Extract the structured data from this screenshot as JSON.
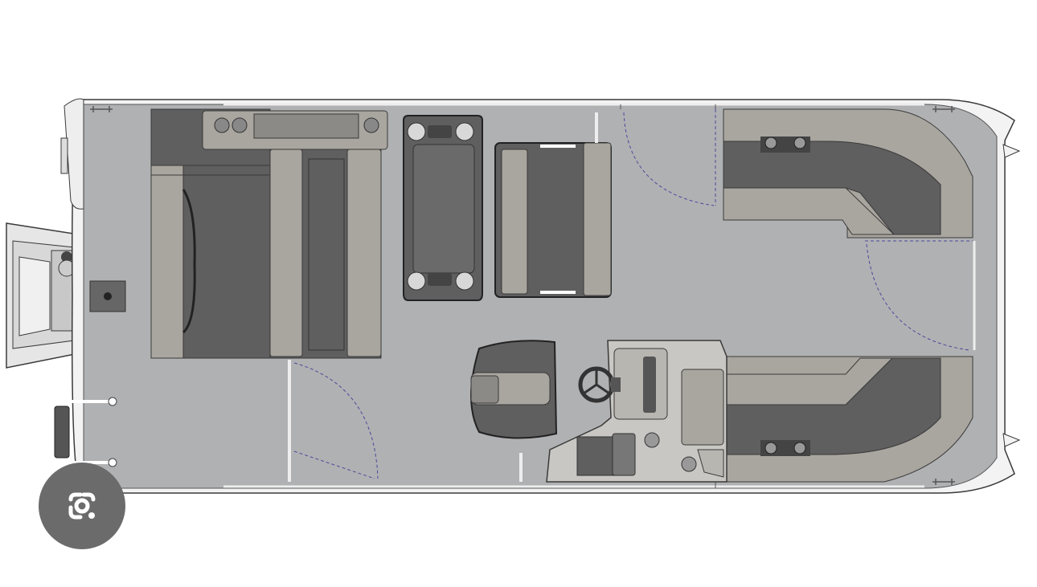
{
  "diagram": {
    "kind": "pontoon-boat-floor-plan",
    "view": "top-down",
    "orientation": "stern-left-bow-right",
    "colors": {
      "deck": "#b0b1b3",
      "outline": "#3a3a3a",
      "rail": "#f2f2f2",
      "upholstery_light": "#a9a59f",
      "upholstery_dark": "#5f5f60",
      "hinge_line": "#4a4a9a",
      "lens_button": "#6b6b6b"
    },
    "components": [
      "stern-platform",
      "outboard-motor",
      "swim-ladder",
      "rear-lounge",
      "rear-bench",
      "table",
      "back-to-back-seat",
      "bow-lounge-port",
      "bow-lounge-starboard",
      "captain-chair",
      "helm-console",
      "steering-wheel",
      "gates"
    ]
  },
  "overlay": {
    "icon": "google-lens-icon"
  }
}
